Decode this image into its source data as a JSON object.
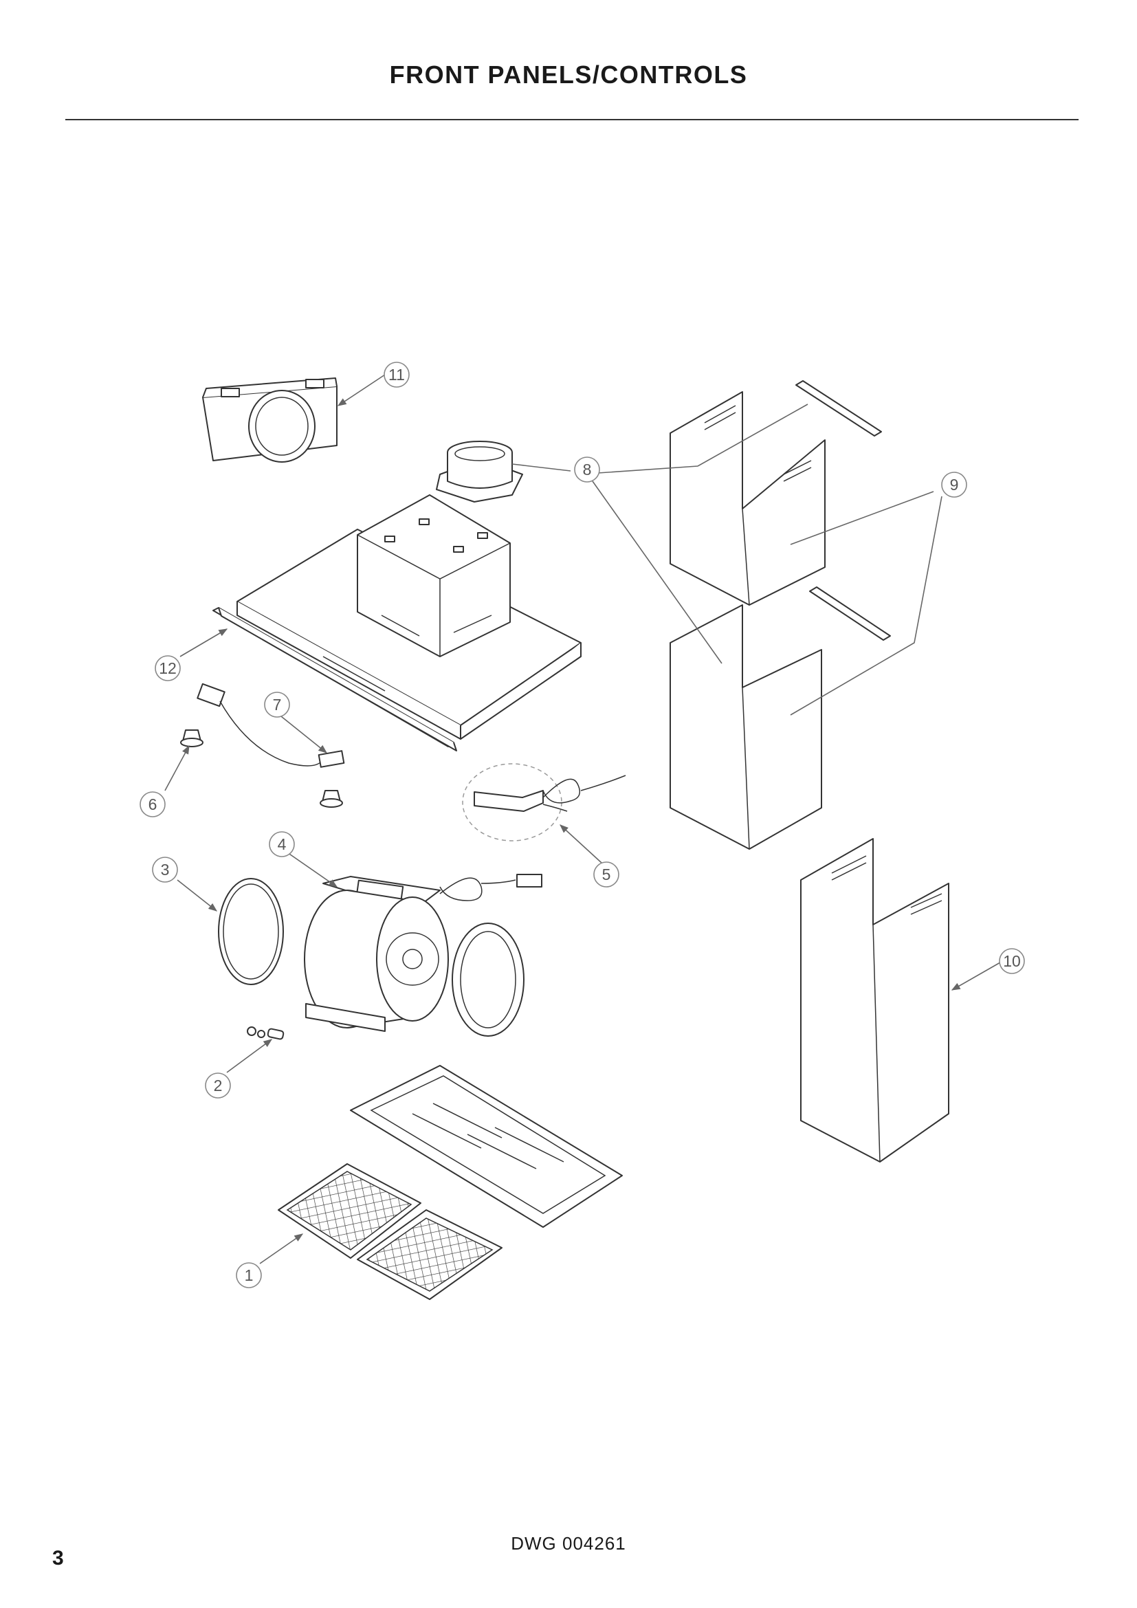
{
  "page": {
    "title": "FRONT PANELS/CONTROLS",
    "drawing_number": "DWG 004261",
    "page_number": "3"
  },
  "callouts": [
    {
      "id": "1",
      "part": "filter-grease-mesh"
    },
    {
      "id": "2",
      "part": "capacitor"
    },
    {
      "id": "3",
      "part": "motor-ring-rear"
    },
    {
      "id": "4",
      "part": "motor-blower-assembly"
    },
    {
      "id": "5",
      "part": "control-module"
    },
    {
      "id": "6",
      "part": "light-halogen"
    },
    {
      "id": "7",
      "part": "light-harness"
    },
    {
      "id": "8",
      "part": "duct-adaptor-brackets"
    },
    {
      "id": "9",
      "part": "chimney-upper-and-brackets"
    },
    {
      "id": "10",
      "part": "chimney-lower"
    },
    {
      "id": "11",
      "part": "duct-extension-box"
    },
    {
      "id": "12",
      "part": "front-trim-strip"
    }
  ],
  "colors": {
    "line": "#333333",
    "callout": "#555555",
    "shade": "#e8e8e8"
  }
}
